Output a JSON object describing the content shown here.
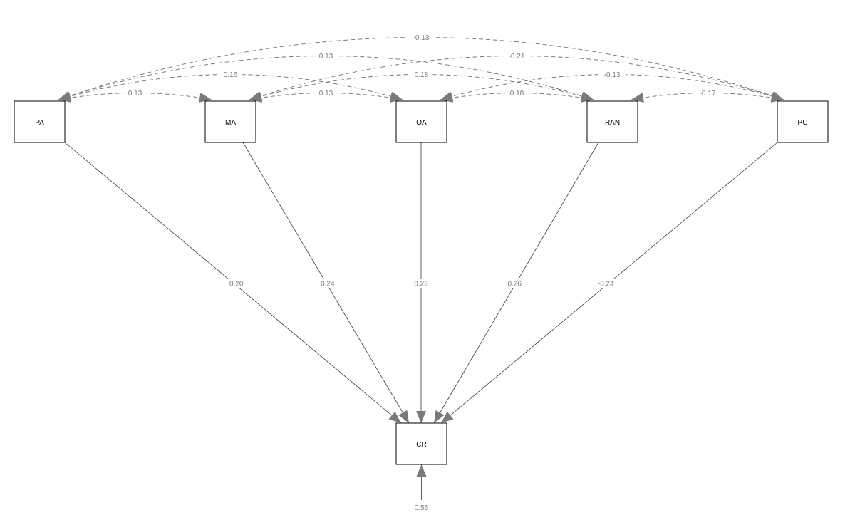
{
  "nodes": [
    {
      "id": "PA",
      "label": "PA"
    },
    {
      "id": "MA",
      "label": "MA"
    },
    {
      "id": "OA",
      "label": "OA"
    },
    {
      "id": "RAN",
      "label": "RAN"
    },
    {
      "id": "PC",
      "label": "PC"
    },
    {
      "id": "CR",
      "label": "CR"
    }
  ],
  "paths": [
    {
      "from": "PA",
      "to": "CR",
      "coef": "0.20"
    },
    {
      "from": "MA",
      "to": "CR",
      "coef": "0.24"
    },
    {
      "from": "OA",
      "to": "CR",
      "coef": "0.23"
    },
    {
      "from": "RAN",
      "to": "CR",
      "coef": "0.26"
    },
    {
      "from": "PC",
      "to": "CR",
      "coef": "-0.24"
    }
  ],
  "covariances": [
    {
      "a": "PA",
      "b": "MA",
      "coef": "0.13"
    },
    {
      "a": "MA",
      "b": "OA",
      "coef": "0.13"
    },
    {
      "a": "OA",
      "b": "RAN",
      "coef": "0.18"
    },
    {
      "a": "RAN",
      "b": "PC",
      "coef": "-0.17"
    },
    {
      "a": "PA",
      "b": "OA",
      "coef": "0.16"
    },
    {
      "a": "MA",
      "b": "RAN",
      "coef": "0.18"
    },
    {
      "a": "OA",
      "b": "PC",
      "coef": "-0.13"
    },
    {
      "a": "PA",
      "b": "RAN",
      "coef": "0.13"
    },
    {
      "a": "MA",
      "b": "PC",
      "coef": "-0.21"
    },
    {
      "a": "PA",
      "b": "PC",
      "coef": "-0.13"
    }
  ],
  "residual": {
    "node": "CR",
    "coef": "0.55"
  }
}
